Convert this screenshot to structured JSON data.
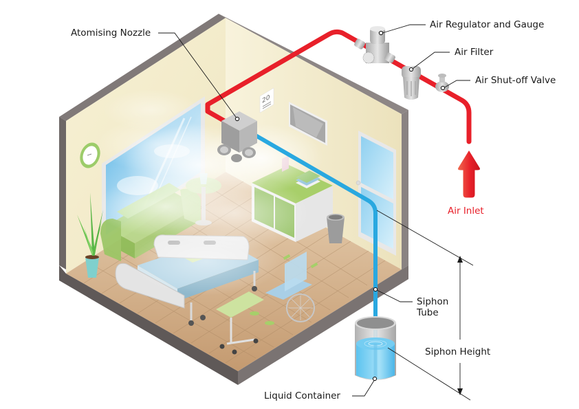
{
  "diagram": {
    "title": "Air-atomising humidification system in a hospital room",
    "labels": {
      "atomising_nozzle": "Atomising Nozzle",
      "air_regulator": "Air Regulator and Gauge",
      "air_filter": "Air Filter",
      "air_shutoff_valve": "Air Shut-off Valve",
      "air_inlet": "Air Inlet",
      "siphon_tube_line1": "Siphon",
      "siphon_tube_line2": "Tube",
      "siphon_height": "Siphon Height",
      "liquid_container": "Liquid Container"
    },
    "calendar_number": "20",
    "colors": {
      "air_line": "#e8202a",
      "water_line": "#29a8e0",
      "wall_outer": "#7d7674",
      "wall_inner": "#f4efcf",
      "floor": "#caa27c",
      "text": "#1a1a1a"
    }
  }
}
